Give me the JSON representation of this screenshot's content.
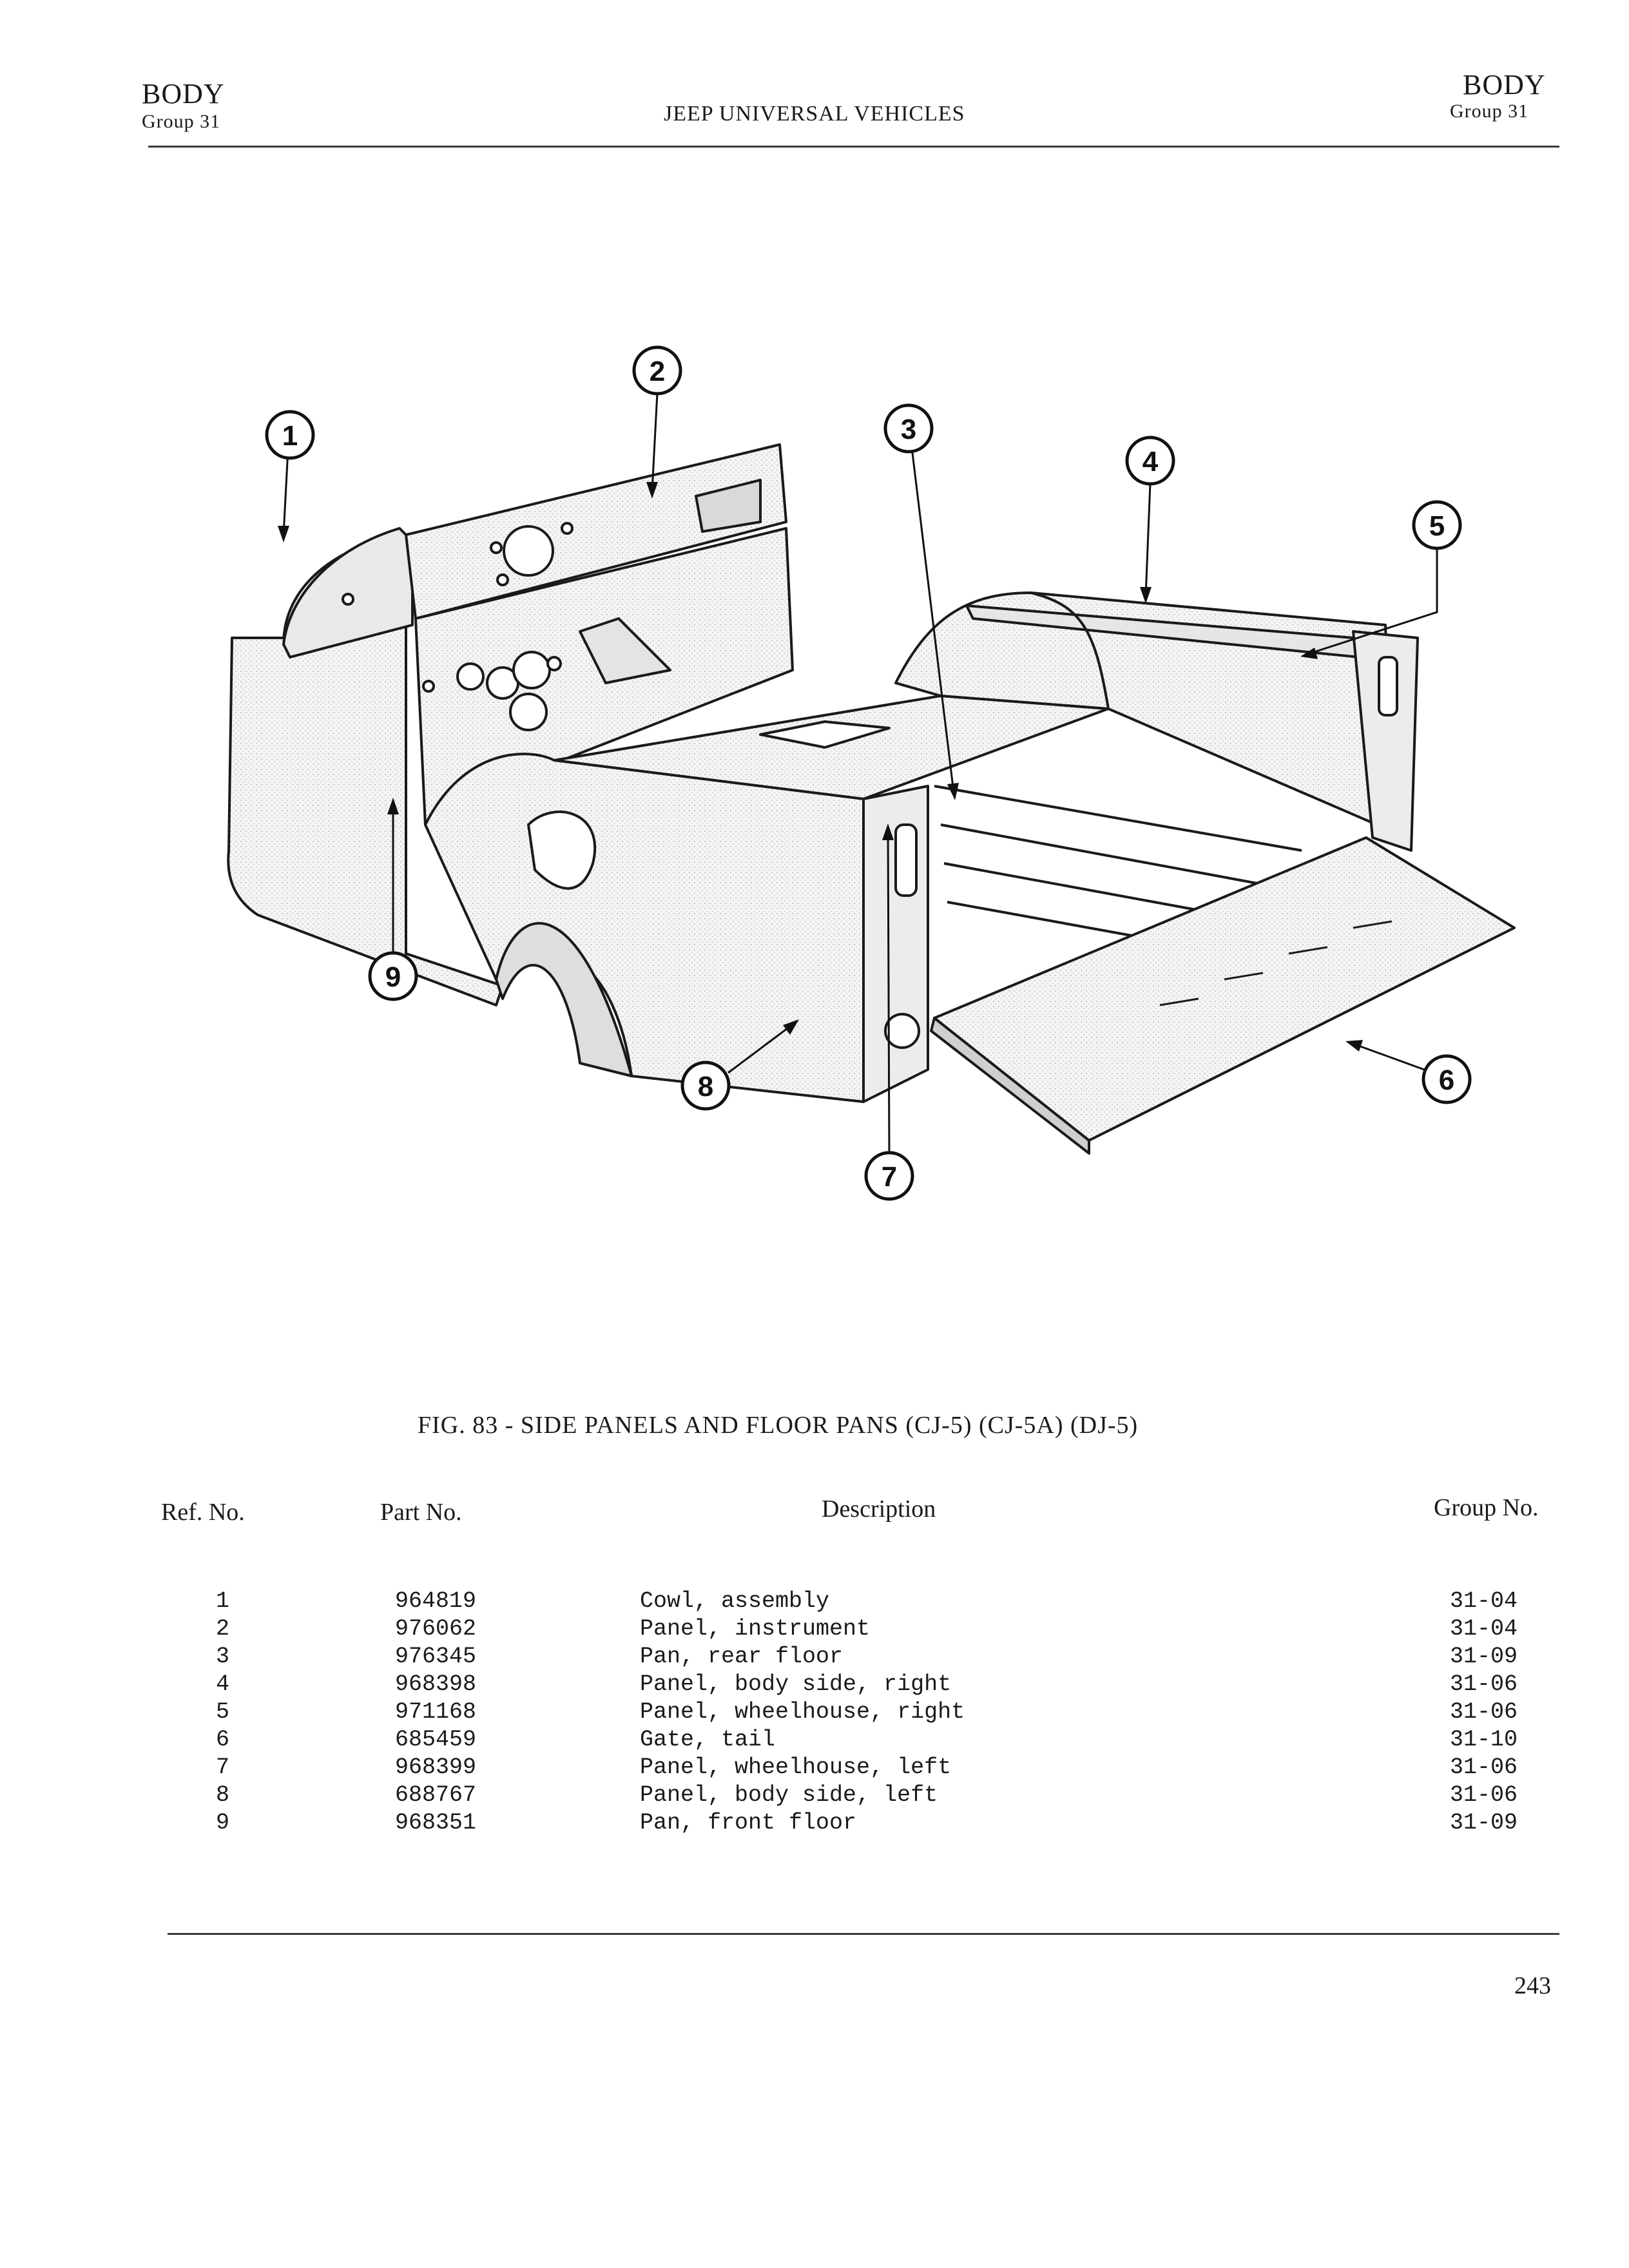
{
  "header": {
    "left_title": "BODY",
    "left_sub": "Group 31",
    "center": "JEEP UNIVERSAL VEHICLES",
    "right_title": "BODY",
    "right_sub": "Group 31"
  },
  "figure": {
    "caption": "FIG. 83 - SIDE PANELS AND FLOOR PANS (CJ-5) (CJ-5A) (DJ-5)",
    "callouts": [
      "1",
      "2",
      "3",
      "4",
      "5",
      "6",
      "7",
      "8",
      "9"
    ]
  },
  "table": {
    "headers": [
      "Ref. No.",
      "Part No.",
      "Description",
      "Group No."
    ],
    "rows": [
      {
        "ref": "1",
        "part": "964819",
        "desc": "Cowl, assembly",
        "group": "31-04"
      },
      {
        "ref": "2",
        "part": "976062",
        "desc": "Panel, instrument",
        "group": "31-04"
      },
      {
        "ref": "3",
        "part": "976345",
        "desc": "Pan, rear floor",
        "group": "31-09"
      },
      {
        "ref": "4",
        "part": "968398",
        "desc": "Panel, body side, right",
        "group": "31-06"
      },
      {
        "ref": "5",
        "part": "971168",
        "desc": "Panel, wheelhouse, right",
        "group": "31-06"
      },
      {
        "ref": "6",
        "part": "685459",
        "desc": "Gate, tail",
        "group": "31-10"
      },
      {
        "ref": "7",
        "part": "968399",
        "desc": "Panel, wheelhouse, left",
        "group": "31-06"
      },
      {
        "ref": "8",
        "part": "688767",
        "desc": "Panel, body side, left",
        "group": "31-06"
      },
      {
        "ref": "9",
        "part": "968351",
        "desc": "Pan, front floor",
        "group": "31-09"
      }
    ]
  },
  "footer": {
    "page_number": "243"
  }
}
